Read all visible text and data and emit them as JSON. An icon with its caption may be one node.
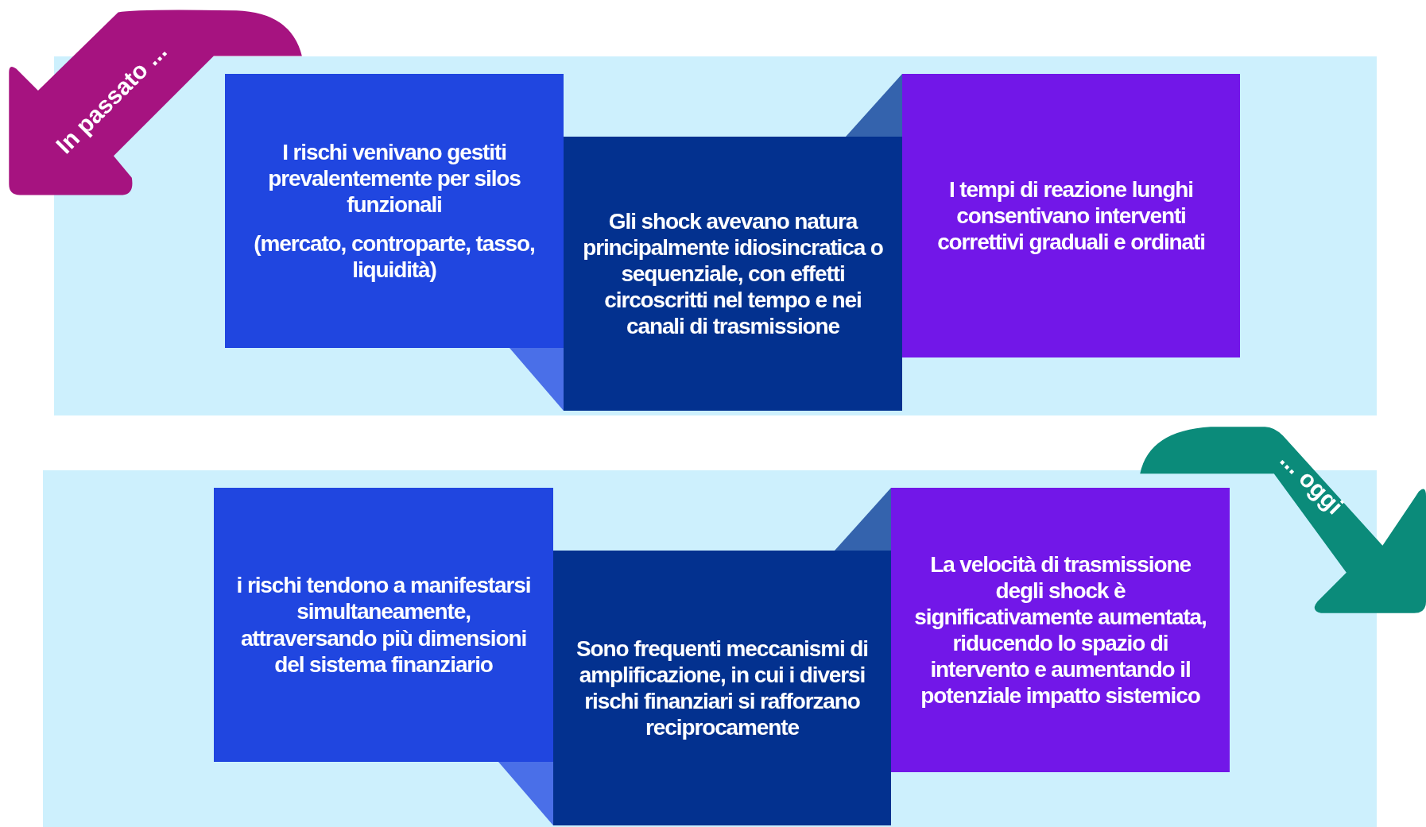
{
  "diagram": {
    "nodes": [
      {
        "text": [
          "In passato ..."
        ]
      },
      {
        "text": [],
        "shape": "box"
      },
      {
        "text": [
          "I rischi venivano gestiti prevalentemente per silos funzionali",
          "(mercato, controparte, tasso, liquidità)"
        ],
        "in": 1
      },
      {
        "text": [
          "Gli shock avevano natura principalmente idiosincratica o sequenziale, con effetti circoscritti nel tempo e nei canali di trasmissione"
        ],
        "in": 1
      },
      {
        "text": [
          "I tempi di reazione lunghi consentivano interventi correttivi graduali e ordinati"
        ],
        "in": 1
      },
      {
        "text": [
          "... oggi"
        ]
      },
      {
        "text": [],
        "shape": "box"
      },
      {
        "text": [
          "i rischi tendono a manifestarsi simultaneamente, attraversando più dimensioni del sistema finanziario"
        ],
        "in": 6
      },
      {
        "text": [
          "Sono frequenti meccanismi di amplificazione, in cui i diversi rischi finanziari si rafforzano reciprocamente"
        ],
        "in": 6
      },
      {
        "text": [
          "La velocità di trasmissione degli shock è significativamente aumentata, riducendo lo spazio di intervento e aumentando il potenziale impatto sistemico"
        ],
        "in": 6
      },
      {
        "text": [],
        "shape": "triangle",
        "in": 1
      },
      {
        "text": [],
        "shape": "triangle",
        "in": 1
      },
      {
        "text": [],
        "shape": "triangle",
        "in": 6
      },
      {
        "text": [],
        "shape": "triangle",
        "in": 6
      }
    ]
  }
}
